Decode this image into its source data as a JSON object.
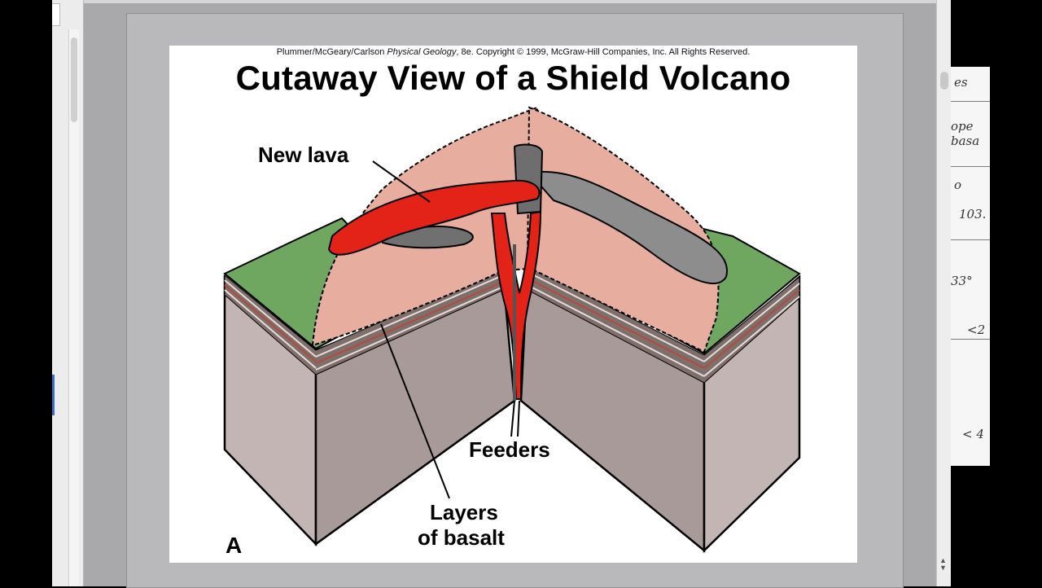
{
  "slide": {
    "credit_authors": "Plummer/McGeary/Carlson ",
    "credit_book": "Physical Geology",
    "credit_rest": ", 8e.  Copyright © 1999, McGraw-Hill Companies, Inc. All Rights Reserved.",
    "title": "Cutaway View of a Shield Volcano",
    "labels": {
      "new_lava": "New lava",
      "feeders": "Feeders",
      "layers_line1": "Layers",
      "layers_line2": "of basalt",
      "panel": "A"
    }
  },
  "notes_panel": {
    "fragments": [
      "es",
      "ope",
      "basa",
      "o",
      "103.",
      "33°",
      "<2",
      "< 4"
    ]
  },
  "colors": {
    "lava_red": "#e42318",
    "cone_pink": "#e7ad9f",
    "grass_green": "#6fa760",
    "rock_gray": "#b3a6a4",
    "basalt_gray": "#8d8d8d"
  }
}
